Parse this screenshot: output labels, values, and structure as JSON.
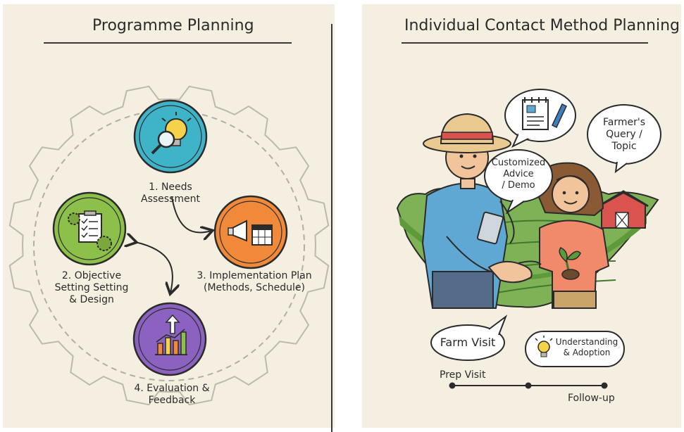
{
  "left": {
    "title": "Programme Planning",
    "steps": [
      {
        "label_lines": [
          "1. Needs Assessment"
        ],
        "icon": "lightbulb-magnifier-icon",
        "color": "#3fb3c7"
      },
      {
        "label_lines": [
          "2. Objective",
          "Setting Setting",
          "& Design"
        ],
        "icon": "checklist-gears-icon",
        "color": "#8cc04a"
      },
      {
        "label_lines": [
          "3. Implementation Plan",
          "(Methods, Schedule)"
        ],
        "icon": "megaphone-calendar-icon",
        "color": "#f08a3a"
      },
      {
        "label_lines": [
          "4. Evaluation &",
          "Feedback"
        ],
        "icon": "bar-chart-arrow-icon",
        "color": "#8c62c0"
      }
    ]
  },
  "right": {
    "title": "Individual Contact Method Planning",
    "bubbles": {
      "notebook": "notebook-pen-icon",
      "query_lines": [
        "Farmer's",
        "Query /",
        "Topic"
      ],
      "advice_lines": [
        "Customized",
        "Advice",
        "/ Demo"
      ],
      "farm_visit": "Farm Visit",
      "understanding_lines": [
        "Understanding",
        "& Adoption"
      ],
      "understanding_icon": "lightbulb-icon"
    },
    "timeline": {
      "start_label": "Prep Visit",
      "end_label": "Follow-up"
    }
  },
  "colors": {
    "background": "#f5efe1",
    "ink": "#2b2b2b",
    "field_green": "#6fa84a",
    "shirt_blue": "#5fa8d3",
    "shirt_coral": "#f08a6a"
  }
}
